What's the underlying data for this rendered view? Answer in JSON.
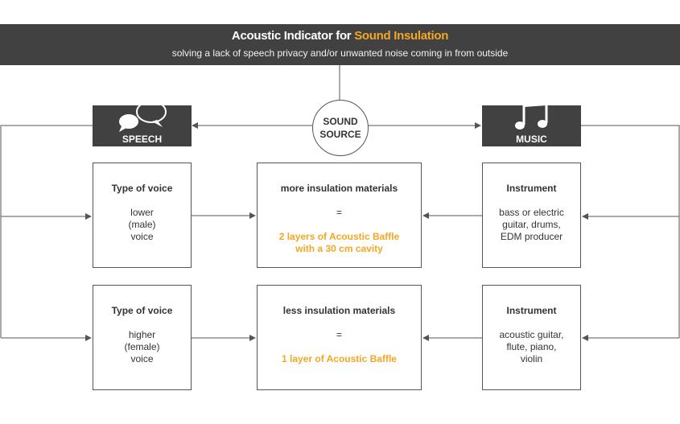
{
  "header": {
    "title_main": "Acoustic Indicator for",
    "title_accent": "Sound Insulation",
    "subtitle": "solving a lack of speech privacy and/or unwanted noise coming in from outside"
  },
  "source": {
    "line1": "SOUND",
    "line2": "SOURCE"
  },
  "categories": {
    "speech": {
      "label": "SPEECH",
      "icon": "speech-bubbles-icon"
    },
    "music": {
      "label": "MUSIC",
      "icon": "music-note-icon"
    }
  },
  "speech_rows": [
    {
      "heading": "Type of voice",
      "lines": [
        "lower",
        "(male)",
        "voice"
      ]
    },
    {
      "heading": "Type of voice",
      "lines": [
        "higher",
        "(female)",
        "voice"
      ]
    }
  ],
  "music_rows": [
    {
      "heading": "Instrument",
      "lines": [
        "bass or electric",
        "guitar, drums,",
        "EDM producer"
      ]
    },
    {
      "heading": "Instrument",
      "lines": [
        "acoustic guitar,",
        "flute, piano,",
        "violin"
      ]
    }
  ],
  "results": [
    {
      "heading": "more insulation materials",
      "equals": "=",
      "lines": [
        "2 layers of Acoustic Baffle",
        "with a 30 cm cavity"
      ]
    },
    {
      "heading": "less insulation materials",
      "equals": "=",
      "lines": [
        "1 layer of Acoustic Baffle"
      ]
    }
  ],
  "colors": {
    "banner": "#414142",
    "accent": "#f5a623",
    "line": "#555555",
    "text": "#333333"
  }
}
